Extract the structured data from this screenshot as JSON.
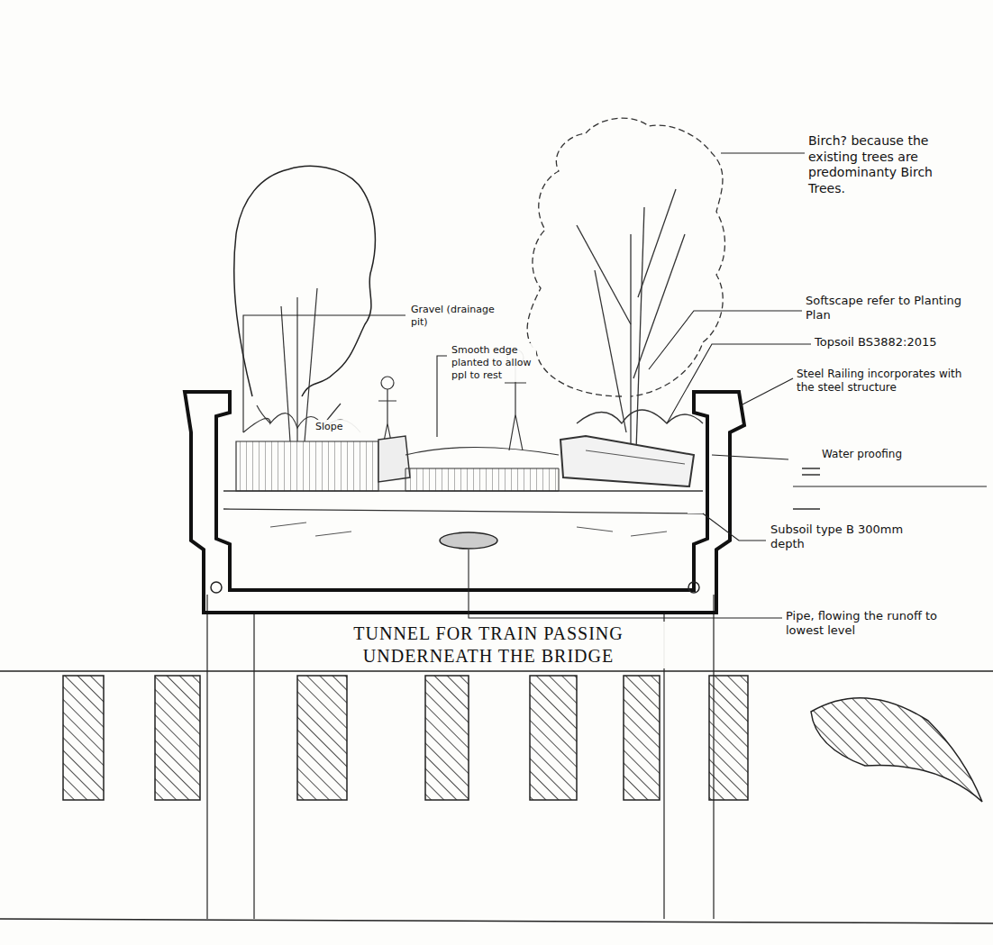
{
  "diagram": {
    "labels": [
      "Birch? because the existing trees are predominanty Birch Trees.",
      "Gravel (drainage pit)",
      "Smooth edge planted to allow ppl to rest",
      "Slope",
      "Softscape refer to Planting Plan",
      "Topsoil BS3882:2015",
      "Steel Railing incorporates with the steel structure",
      "Water proofing",
      "Subsoil type B 300mm depth",
      "Pipe, flowing the runoff to lowest level",
      "TUNNEL FOR TRAIN PASSING UNDERNEATH THE BRIDGE"
    ]
  }
}
